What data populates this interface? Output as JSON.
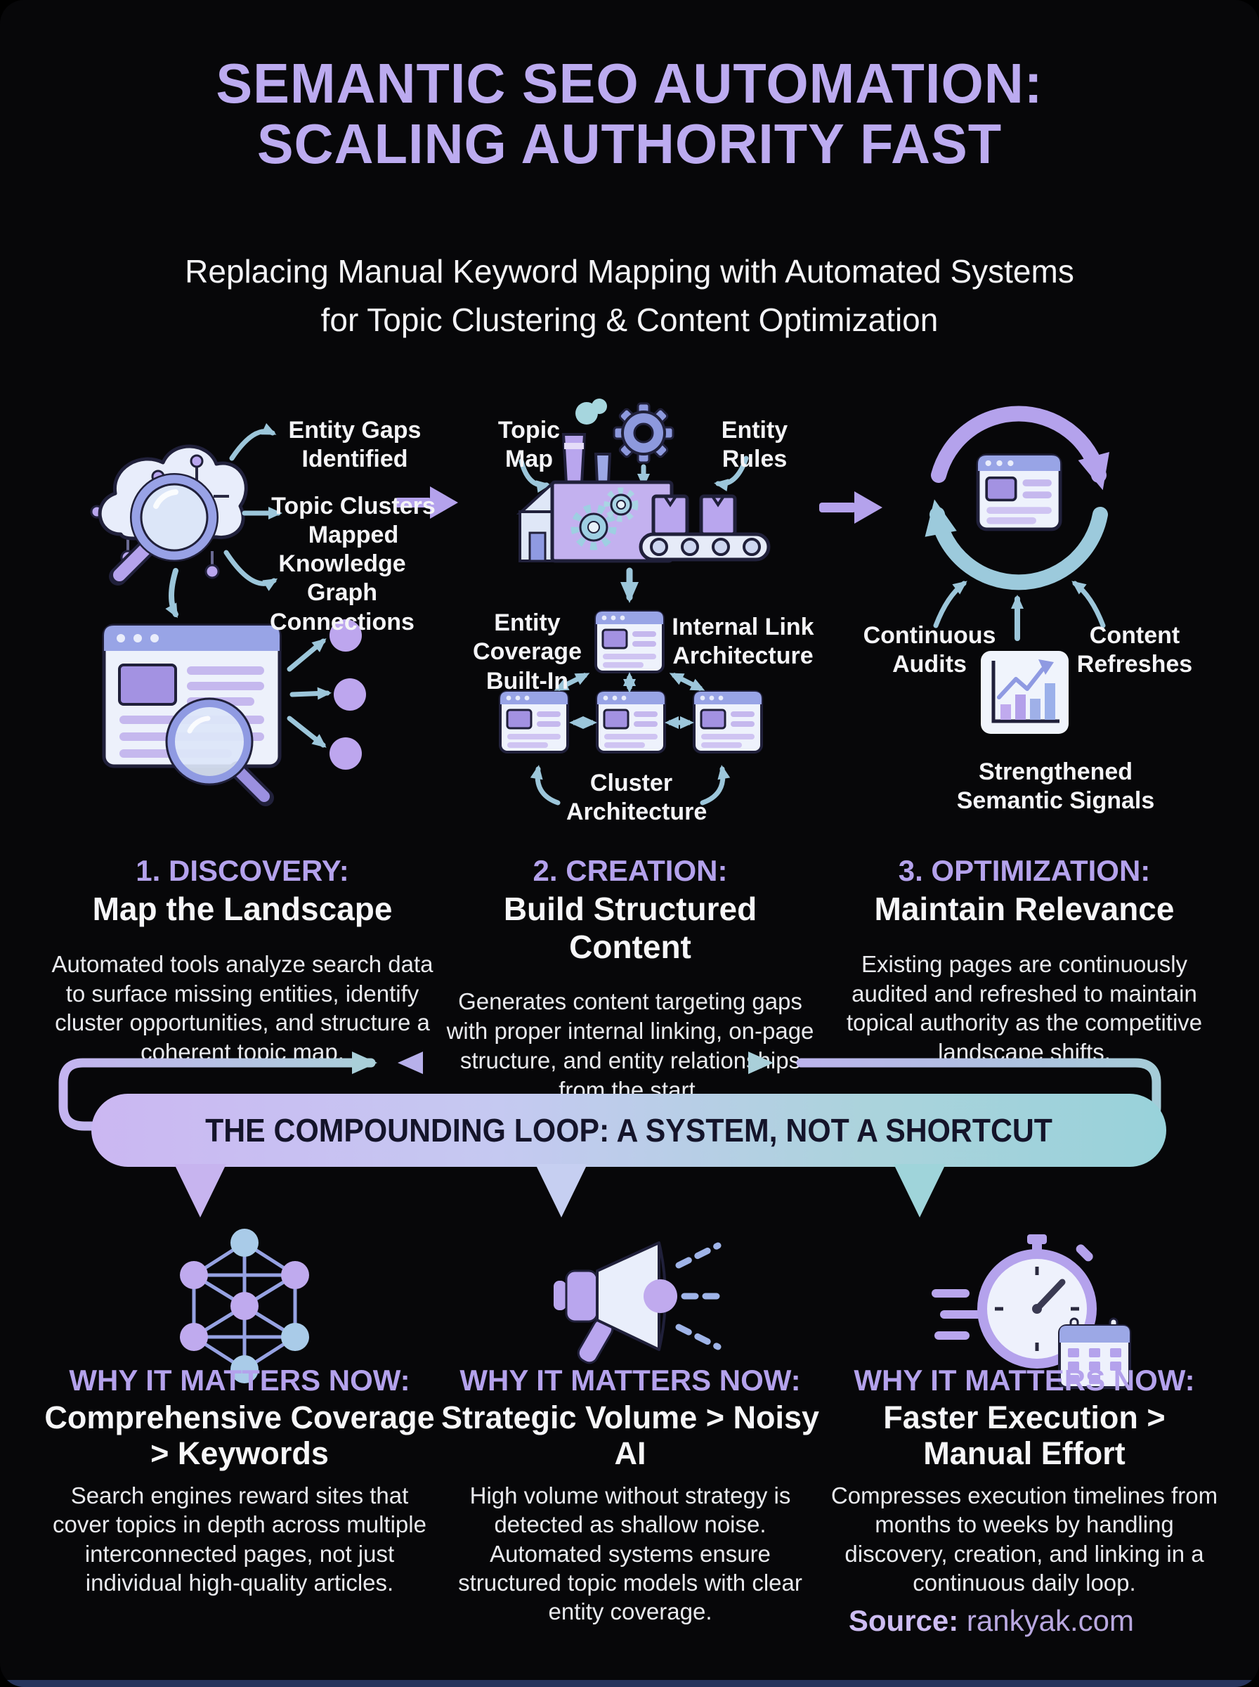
{
  "header": {
    "title_line1": "SEMANTIC SEO AUTOMATION:",
    "title_line2": "SCALING AUTHORITY FAST",
    "subtitle_line1": "Replacing Manual Keyword Mapping with Automated Systems",
    "subtitle_line2": "for Topic Clustering & Content Optimization"
  },
  "flow": {
    "discovery": {
      "labels": [
        "Entity Gaps Identified",
        "Topic Clusters Mapped",
        "Knowledge Graph Connections"
      ]
    },
    "creation": {
      "labels": [
        "Topic Map",
        "Entity Rules",
        "Entity Coverage Built-In",
        "Internal Link Architecture",
        "Cluster Architecture"
      ]
    },
    "optimization": {
      "labels": [
        "Continuous Audits",
        "Content Refreshes",
        "Strengthened Semantic Signals"
      ]
    }
  },
  "stages": [
    {
      "number": "1. DISCOVERY:",
      "title": "Map the Landscape",
      "description": "Automated tools analyze search data to surface missing entities, identify cluster opportunities, and structure a coherent topic map."
    },
    {
      "number": "2. CREATION:",
      "title": "Build Structured Content",
      "description": "Generates content targeting gaps with proper internal linking, on-page structure, and entity relationships from the start."
    },
    {
      "number": "3. OPTIMIZATION:",
      "title": "Maintain Relevance",
      "description": "Existing pages are continuously audited and refreshed to maintain topical authority as the competitive landscape shifts."
    }
  ],
  "banner": {
    "text": "THE COMPOUNDING LOOP: A SYSTEM, NOT A SHORTCUT"
  },
  "why": [
    {
      "heading": "WHY IT MATTERS NOW:",
      "title": "Comprehensive Coverage > Keywords",
      "description": "Search engines reward sites that cover topics in depth across multiple interconnected pages, not just individual high-quality articles."
    },
    {
      "heading": "WHY IT MATTERS NOW:",
      "title": "Strategic Volume > Noisy AI",
      "description": "High volume without strategy is detected as shallow noise. Automated systems ensure structured topic models with clear entity coverage."
    },
    {
      "heading": "WHY IT MATTERS NOW:",
      "title": "Faster Execution > Manual Effort",
      "description": "Compresses execution timelines from months to weeks by handling discovery, creation, and linking in a continuous daily loop."
    }
  ],
  "footer": {
    "source_label": "Source:",
    "source_value": "rankyak.com"
  },
  "icons": [
    "cloud-search-icon",
    "webpage-search-icon",
    "factory-icon",
    "gear-icon",
    "linked-pages-cluster-icon",
    "refresh-loop-icon",
    "bar-chart-icon",
    "knowledge-graph-icon",
    "megaphone-icon",
    "stopwatch-calendar-icon"
  ],
  "colors": {
    "background": "#070709",
    "accent_purple": "#b4a2ec",
    "title_purple": "#bcabf0",
    "teal_arrow": "#9cc6da",
    "banner_from": "#cbb7f2",
    "banner_to": "#98d2da",
    "text": "#f4f4f7"
  }
}
